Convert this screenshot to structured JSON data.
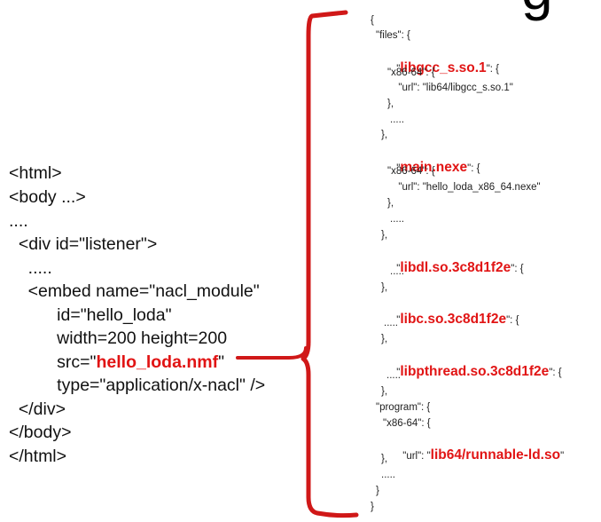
{
  "title_fragment": "g",
  "html_code": {
    "lines": [
      "<html>",
      "<body ...>",
      "....",
      "  <div id=\"listener\">",
      "    .....",
      "    <embed name=\"nacl_module\"",
      "          id=\"hello_loda\"",
      "          width=200 height=200"
    ],
    "src_prefix": "          src=\"",
    "src_value": "hello_loda.nmf",
    "src_suffix": "\"",
    "lines_after": [
      "          type=\"application/x-nacl\" />",
      "  </div>",
      "</body>",
      "</html>"
    ]
  },
  "manifest": {
    "open_brace": "{",
    "files_key": "\"files\": {",
    "entries": [
      {
        "name": "libgcc_s.so.1",
        "body": [
          "\"x86-64\": {",
          "  \"url\": \"lib64/libgcc_s.so.1\"",
          "},",
          ".....",
          "},"
        ]
      },
      {
        "name": "main.nexe",
        "body": [
          "\"x86-64\": {",
          "  \"url\": \"hello_loda_x86_64.nexe\"",
          "},",
          ".....",
          "},"
        ]
      },
      {
        "name": "libdl.so.3c8d1f2e",
        "body": [
          ".....",
          "},"
        ]
      },
      {
        "name": "libc.so.3c8d1f2e",
        "body": [
          ".....",
          "},"
        ]
      },
      {
        "name": "libpthread.so.3c8d1f2e",
        "body": [
          ".....",
          "},"
        ]
      }
    ],
    "program_key": "\"program\": {",
    "program_arch": "\"x86-64\": {",
    "program_url_key": "\"url\": \"",
    "program_url_value": "lib64/runnable-ld.so",
    "program_url_end": "\"",
    "program_close": "},",
    "program_dots": ".....",
    "inner_close": "}",
    "close_brace": "}"
  },
  "colors": {
    "highlight": "#e11414",
    "brace": "#d01818",
    "text": "#111111"
  }
}
